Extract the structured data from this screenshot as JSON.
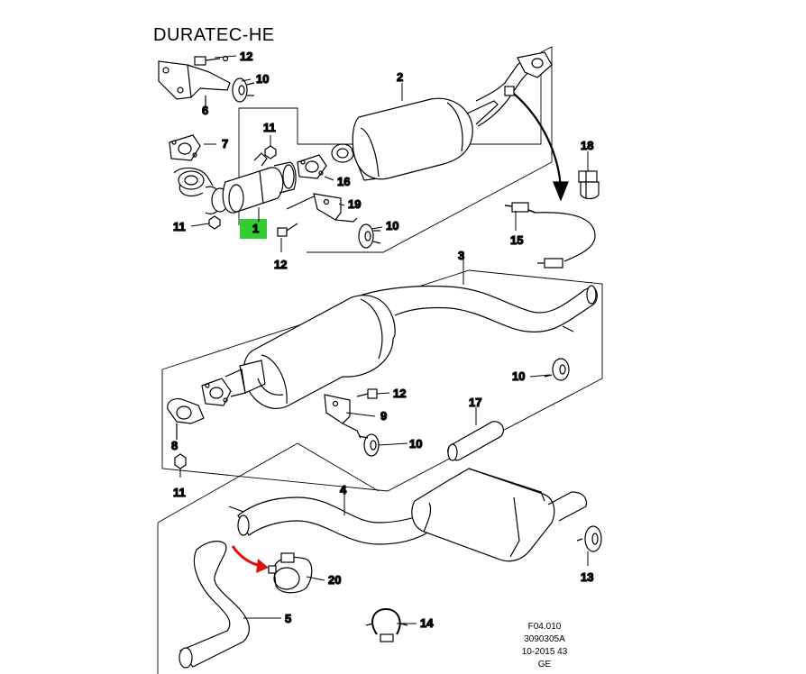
{
  "title": "DURATEC-HE",
  "highlight_color": "#33cc33",
  "arrow_color": "#e01010",
  "callouts": [
    {
      "id": "c1",
      "text": "1"
    },
    {
      "id": "c2",
      "text": "2"
    },
    {
      "id": "c3",
      "text": "3"
    },
    {
      "id": "c4",
      "text": "4"
    },
    {
      "id": "c5",
      "text": "5"
    },
    {
      "id": "c6",
      "text": "6"
    },
    {
      "id": "c7",
      "text": "7"
    },
    {
      "id": "c8",
      "text": "8"
    },
    {
      "id": "c9",
      "text": "9"
    },
    {
      "id": "c10a",
      "text": "10"
    },
    {
      "id": "c10b",
      "text": "10"
    },
    {
      "id": "c10c",
      "text": "10"
    },
    {
      "id": "c10d",
      "text": "10"
    },
    {
      "id": "c11a",
      "text": "11"
    },
    {
      "id": "c11b",
      "text": "11"
    },
    {
      "id": "c11c",
      "text": "11"
    },
    {
      "id": "c12a",
      "text": "12"
    },
    {
      "id": "c12b",
      "text": "12"
    },
    {
      "id": "c12c",
      "text": "12"
    },
    {
      "id": "c13",
      "text": "13"
    },
    {
      "id": "c14",
      "text": "14"
    },
    {
      "id": "c15",
      "text": "15"
    },
    {
      "id": "c16",
      "text": "16"
    },
    {
      "id": "c17",
      "text": "17"
    },
    {
      "id": "c18",
      "text": "18"
    },
    {
      "id": "c19",
      "text": "19"
    },
    {
      "id": "c20",
      "text": "20"
    }
  ],
  "footer": {
    "line1": "F04.010",
    "line2": "3090305A",
    "line3": "10-2015 43",
    "line4": "GE"
  }
}
